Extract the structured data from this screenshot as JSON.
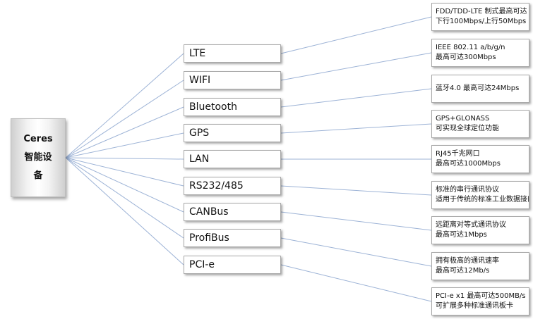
{
  "device": {
    "name": "Ceres",
    "line2": "智能设",
    "line3": "备"
  },
  "interfaces": [
    {
      "label": "LTE",
      "desc": [
        "FDD/TDD-LTE 制式最高可达",
        "下行100Mbps/上行50Mbps"
      ]
    },
    {
      "label": "WIFI",
      "desc": [
        "IEEE 802.11 a/b/g/n",
        "最高可达300Mbps"
      ]
    },
    {
      "label": "Bluetooth",
      "desc": [
        "蓝牙4.0 最高可达24Mbps"
      ]
    },
    {
      "label": "GPS",
      "desc": [
        "GPS+GLONASS",
        "可实现全球定位功能"
      ]
    },
    {
      "label": "LAN",
      "desc": [
        "RJ45千兆网口",
        "最高可达1000Mbps"
      ]
    },
    {
      "label": "RS232/485",
      "desc": [
        "标准的串行通讯协议",
        "适用于传统的标准工业数据接口"
      ]
    },
    {
      "label": "CANBus",
      "desc": [
        "远距离对等式通讯协议",
        "最高可达1Mbps"
      ]
    },
    {
      "label": "ProfiBus",
      "desc": [
        "拥有极高的通讯速率",
        "最高可达12Mb/s"
      ]
    },
    {
      "label": "PCI-e",
      "desc": [
        "PCI-e x1  最高可达500MB/s",
        "可扩展多种标准通讯板卡"
      ]
    }
  ],
  "colors": {
    "connector": "#9db3d6"
  }
}
